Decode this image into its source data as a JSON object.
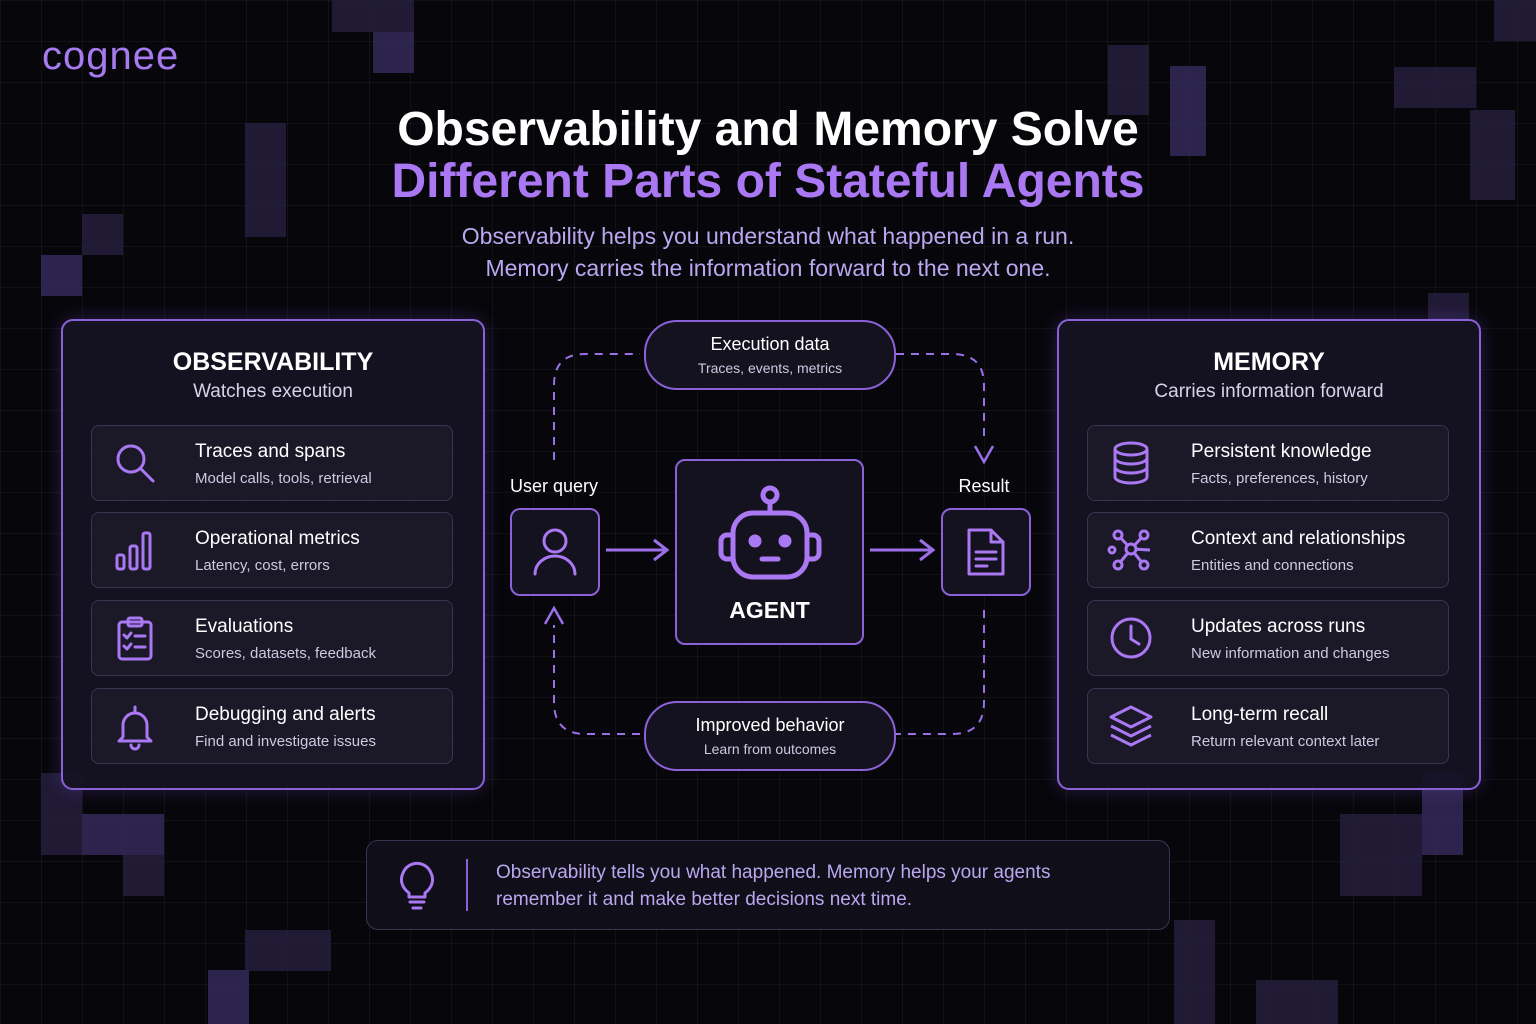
{
  "brand": {
    "logo": "cognee",
    "accent": "#a978f2"
  },
  "title": {
    "line1": "Observability and Memory Solve",
    "line2": "Different Parts of Stateful Agents"
  },
  "subtitle": {
    "line1": "Observability helps you understand what happened in a run.",
    "line2": "Memory carries the information forward to the next one."
  },
  "observability": {
    "title": "OBSERVABILITY",
    "subtitle": "Watches execution",
    "items": [
      {
        "label": "Traces and spans",
        "desc": "Model calls, tools, retrieval",
        "icon": "search-icon"
      },
      {
        "label": "Operational metrics",
        "desc": "Latency, cost, errors",
        "icon": "bar-chart-icon"
      },
      {
        "label": "Evaluations",
        "desc": "Scores, datasets, feedback",
        "icon": "clipboard-check-icon"
      },
      {
        "label": "Debugging and alerts",
        "desc": "Find and investigate issues",
        "icon": "bell-icon"
      }
    ]
  },
  "memory": {
    "title": "MEMORY",
    "subtitle": "Carries information forward",
    "items": [
      {
        "label": "Persistent knowledge",
        "desc": "Facts, preferences, history",
        "icon": "database-icon"
      },
      {
        "label": "Context and relationships",
        "desc": "Entities and connections",
        "icon": "graph-icon"
      },
      {
        "label": "Updates across runs",
        "desc": "New information and changes",
        "icon": "clock-icon"
      },
      {
        "label": "Long-term recall",
        "desc": "Return relevant context later",
        "icon": "layers-icon"
      }
    ]
  },
  "flow": {
    "user_query": "User query",
    "agent": "AGENT",
    "result": "Result",
    "execution_data": {
      "label": "Execution data",
      "desc": "Traces, events, metrics"
    },
    "improved_behavior": {
      "label": "Improved behavior",
      "desc": "Learn from outcomes"
    }
  },
  "footer": {
    "line1": "Observability tells you what happened. Memory helps your agents",
    "line2": "remember it and make better decisions next time.",
    "icon": "lightbulb-icon"
  }
}
